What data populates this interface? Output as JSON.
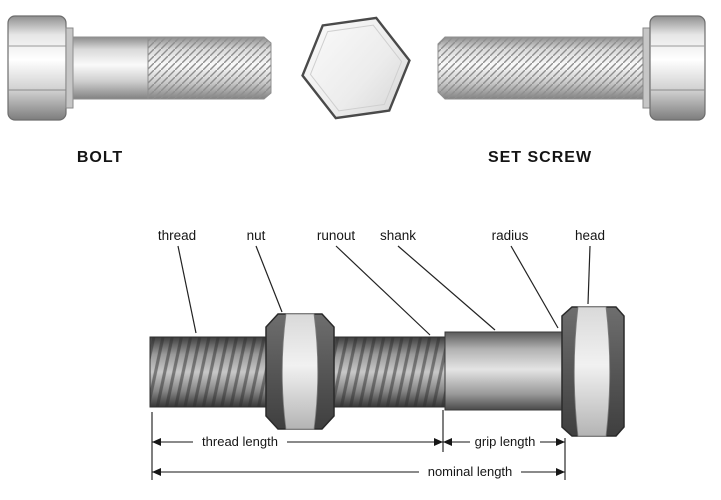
{
  "captions": {
    "bolt": "BOLT",
    "set_screw": "SET SCREW"
  },
  "diagram": {
    "labels": {
      "thread": "thread",
      "nut": "nut",
      "runout": "runout",
      "shank": "shank",
      "radius": "radius",
      "head": "head"
    },
    "dimensions": {
      "thread_length": "thread length",
      "grip_length": "grip length",
      "nominal_length": "nominal length"
    }
  },
  "colors": {
    "background": "#ffffff",
    "line": "#161616",
    "metal_light": "#f2f2f2",
    "metal_mid": "#b5b5b5",
    "metal_dark": "#4c4c4c"
  }
}
